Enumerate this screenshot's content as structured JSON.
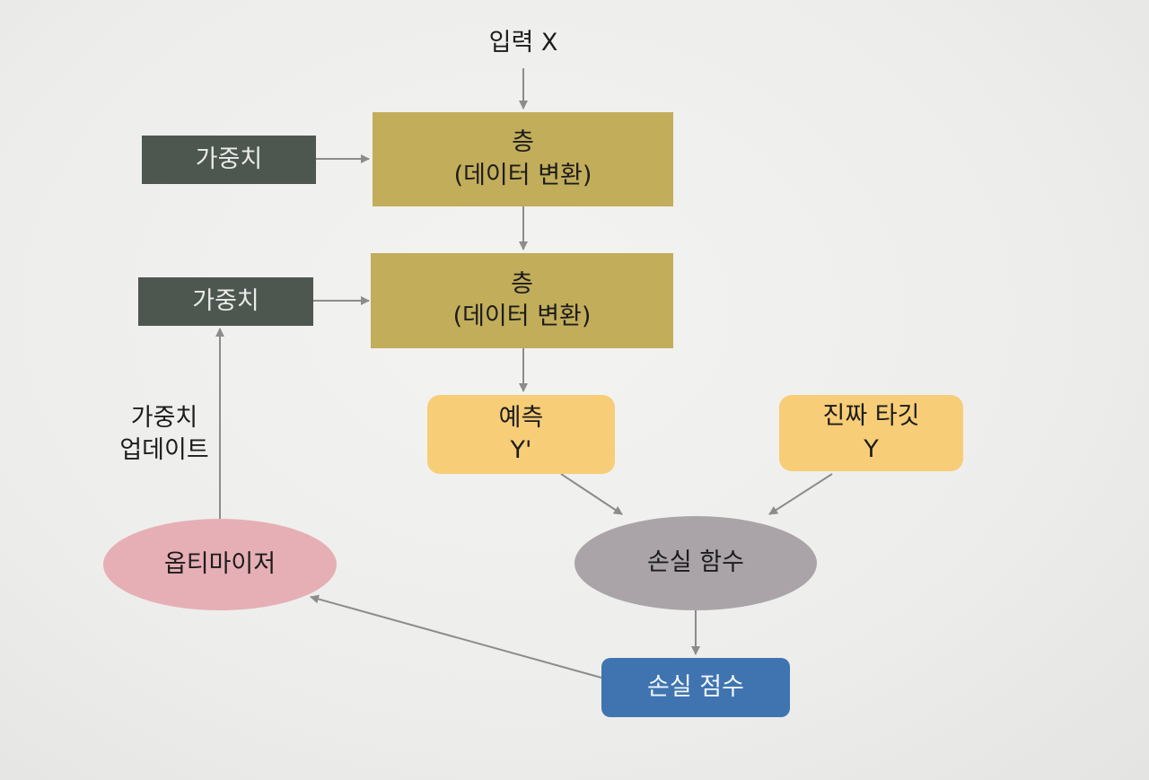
{
  "input": "입력 X",
  "weights": [
    "가중치",
    "가중치"
  ],
  "layers": [
    {
      "title": "층",
      "subtitle": "(데이터 변환)"
    },
    {
      "title": "층",
      "subtitle": "(데이터 변환)"
    }
  ],
  "prediction": {
    "title": "예측",
    "symbol": "Y'"
  },
  "true_target": {
    "title": "진짜 타깃",
    "symbol": "Y"
  },
  "loss_function": "손실 함수",
  "loss_score": "손실 점수",
  "optimizer": "옵티마이저",
  "weight_update": {
    "line1": "가중치",
    "line2": "업데이트"
  },
  "colors": {
    "weight": "#4e5650",
    "layer": "#c2ad5a",
    "prediction": "#f7cd77",
    "loss_function": "#aaa4a8",
    "optimizer": "#e6afb5",
    "loss_score": "#3f74b0",
    "arrow": "#8c8c8c"
  }
}
